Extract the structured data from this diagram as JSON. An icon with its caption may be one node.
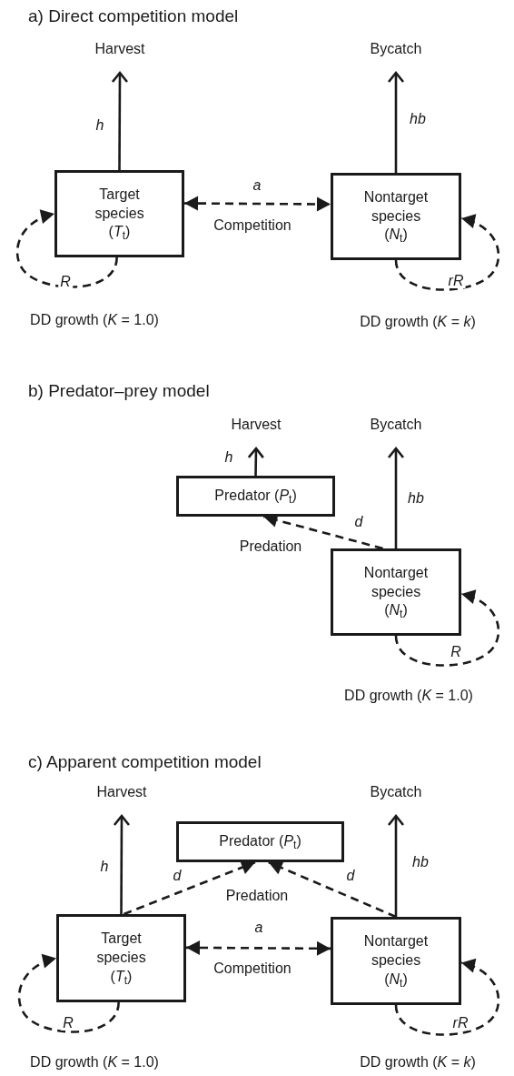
{
  "diagram": {
    "nodes": [
      {
        "text": [
          "Harvest"
        ]
      },
      {
        "text": [
          "Bycatch"
        ]
      },
      {
        "text": [
          "Target species (*T*$_{t}$)"
        ],
        "beside": [
          "DD growth (*K* = 1.0)"
        ]
      },
      {
        "text": [
          "Nontarget species (*N*$_{t}$)"
        ],
        "beside": [
          "DD growth (*K* = *k*)"
        ]
      },
      {
        "text": [
          "Harvest"
        ]
      },
      {
        "text": [
          "Bycatch"
        ]
      },
      {
        "text": [
          "Predator (*P*$_{t}$)"
        ]
      },
      {
        "text": [
          "Nontarget species (*N*$_{t}$)"
        ],
        "beside": [
          "DD growth (*K* = 1.0)"
        ]
      },
      {
        "text": [
          "Harvest"
        ]
      },
      {
        "text": [
          "Bycatch"
        ]
      },
      {
        "text": [
          "Predator (*P*$_{t}$)"
        ]
      },
      {
        "text": [
          "Target species (*T*$_{t}$)"
        ],
        "beside": [
          "DD growth (*K* = 1.0)"
        ]
      },
      {
        "text": [
          "Nontarget species (*N*$_{t}$)"
        ],
        "beside": [
          "DD growth (*K* = *k*)"
        ]
      }
    ],
    "edges": [
      {
        "from": 2,
        "to": 0,
        "arrow": "to",
        "label": "h"
      },
      {
        "from": 3,
        "to": 1,
        "arrow": "to",
        "label": "hb"
      },
      {
        "from": 2,
        "to": 3,
        "arrow": "both",
        "label": "a",
        "style": "dashed"
      },
      {
        "from": 2,
        "to": 2,
        "arrow": "to",
        "label": "R",
        "style": "dashed"
      },
      {
        "from": 3,
        "to": 3,
        "arrow": "to",
        "label": "rR",
        "style": "dashed"
      },
      {
        "from": 6,
        "to": 4,
        "arrow": "to",
        "label": "h"
      },
      {
        "from": 7,
        "to": 5,
        "arrow": "to",
        "label": "hb"
      },
      {
        "from": 7,
        "to": 6,
        "arrow": "to",
        "label": "d",
        "style": "dashed"
      },
      {
        "from": 7,
        "to": 7,
        "arrow": "to",
        "label": "R",
        "style": "dashed"
      },
      {
        "from": 11,
        "to": 8,
        "arrow": "to",
        "label": "h"
      },
      {
        "from": 12,
        "to": 9,
        "arrow": "to",
        "label": "hb"
      },
      {
        "from": 11,
        "to": 10,
        "arrow": "to",
        "label": "d",
        "style": "dashed"
      },
      {
        "from": 12,
        "to": 10,
        "arrow": "to",
        "label": "d",
        "style": "dashed"
      },
      {
        "from": 11,
        "to": 12,
        "arrow": "both",
        "label": "a",
        "style": "dashed"
      },
      {
        "from": 11,
        "to": 11,
        "arrow": "to",
        "label": "R",
        "style": "dashed"
      },
      {
        "from": 12,
        "to": 12,
        "arrow": "to",
        "label": "rR",
        "style": "dashed"
      }
    ],
    "labels": [
      "a) Direct competition model",
      "Competition",
      "b) Predator–prey model",
      "Predation",
      "c) Apparent competition model",
      "Predation",
      "Competition"
    ]
  }
}
